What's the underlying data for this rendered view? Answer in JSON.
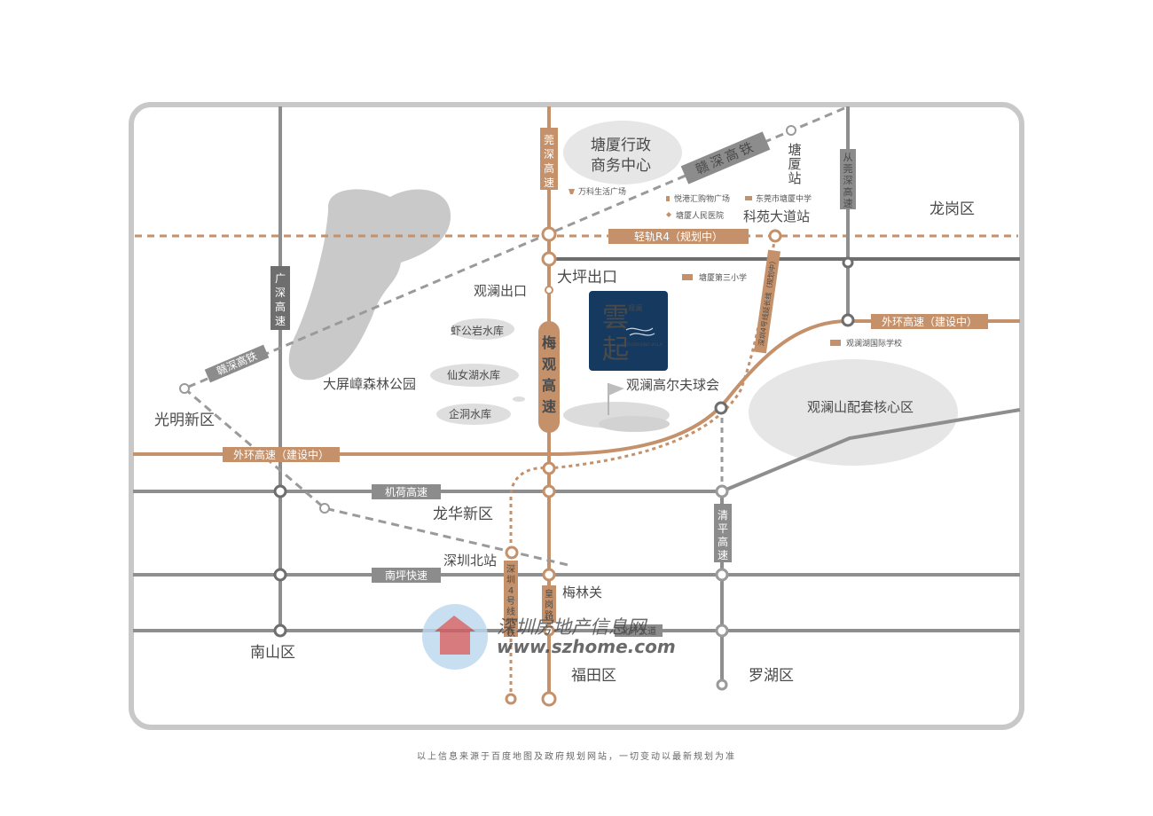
{
  "districts": {
    "longgang": "龙岗区",
    "guangming": "光明新区",
    "longhua": "龙华新区",
    "nanshan": "南山区",
    "futian": "福田区",
    "luohu": "罗湖区"
  },
  "areas": {
    "tangxia_center_1": "塘厦行政",
    "tangxia_center_2": "商务中心",
    "guanlan_core": "观澜山配套核心区",
    "forest_park": "大屏嶂森林公园",
    "golf": "观澜高尔夫球会"
  },
  "reservoirs": {
    "xiagongyan": "虾公岩水库",
    "xiannvhu": "仙女湖水库",
    "qidong": "企洞水库"
  },
  "stations": {
    "tangxia": [
      "塘",
      "厦",
      "站"
    ],
    "keyuan": "科苑大道站",
    "shenzhen_north": "深圳北站"
  },
  "exits": {
    "daping": "大坪出口",
    "guanlan": "观澜出口",
    "meilinguan": "梅林关"
  },
  "roads": {
    "ganshen_top": "赣深高铁",
    "ganshen_left": "赣深高铁",
    "r4": "轻轨R4（规划中）",
    "outer_ring_right": "外环高速（建设中）",
    "outer_ring_left": "外环高速（建设中）",
    "jihe": "机荷高速",
    "nanping": "南坪快速",
    "beihuan": "北环大道",
    "meiguan": [
      "梅",
      "观",
      "高",
      "速"
    ],
    "guanshen_left": [
      "广",
      "深",
      "高",
      "速"
    ],
    "guanshen_top": [
      "莞",
      "深",
      "高",
      "速"
    ],
    "conguan": [
      "从",
      "莞",
      "深",
      "高",
      "速"
    ],
    "qingping": [
      "清",
      "平",
      "高",
      "速"
    ],
    "huanggang": [
      "皇",
      "岗",
      "路"
    ],
    "metro4": [
      "深",
      "圳",
      "4",
      "号",
      "线",
      "地",
      "铁"
    ],
    "line4_ext": "深圳4号线延长线（规划中）"
  },
  "pois": {
    "vanke": "万科生活广场",
    "yuegang": "悦港汇购物广场",
    "dongguan_school": "东莞市塘厦中学",
    "hospital": "塘厦人民医院",
    "third_school": "塘厦第三小学",
    "intl_school": "观澜湖国际学校"
  },
  "project": {
    "main_char_1": "雲",
    "main_char_2": "起",
    "small_tag": "观澜",
    "english": "CLOUDRISING VILLA"
  },
  "watermark": {
    "cn": "深圳房地产信息网",
    "url": "www.szhome.com"
  },
  "footer": {
    "note": "以上信息来源于百度地图及政府规划网站，一切变动以最新规划为准"
  },
  "colors": {
    "frame": "#c8c8c8",
    "road_gray": "#8e8e8e",
    "road_dark": "#6e6e6e",
    "road_tan": "#c4916a",
    "badge_gray": "#8c8c8c",
    "badge_tan": "#c4916a",
    "rail_gray": "#9a9a9a",
    "project_navy": "#163a5f",
    "lake": "#c9c9c9",
    "area_fill": "#e6e6e6"
  }
}
